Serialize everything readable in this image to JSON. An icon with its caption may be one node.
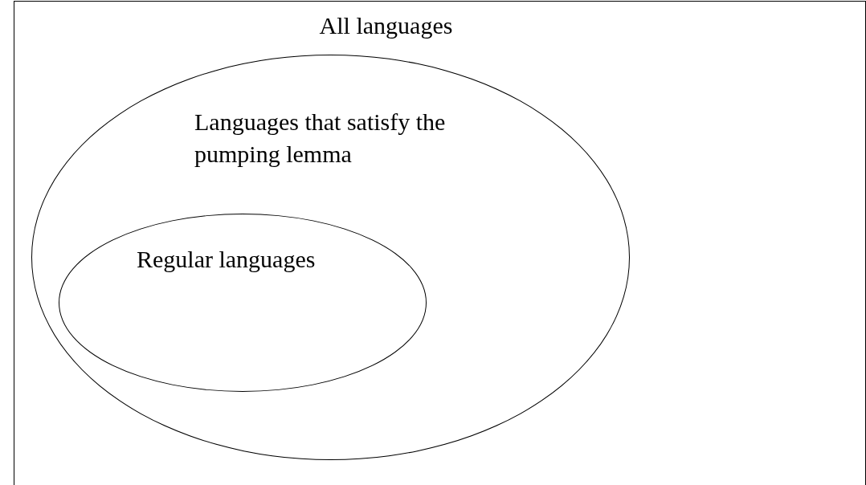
{
  "diagram": {
    "nodes": [
      {
        "text": [
          "All languages"
        ]
      },
      {
        "text": [
          "Languages that satisfy the pumping lemma"
        ],
        "in": 0
      },
      {
        "text": [
          "Regular languages"
        ],
        "in": 1
      }
    ]
  }
}
